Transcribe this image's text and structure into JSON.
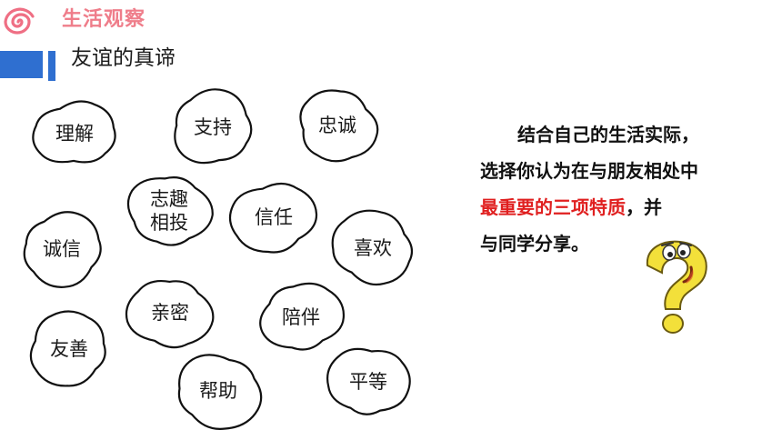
{
  "header": {
    "section_title": "生活观察",
    "subtitle": "友谊的真谛"
  },
  "clouds": [
    {
      "label": "理解"
    },
    {
      "label": "支持"
    },
    {
      "label": "忠诚"
    },
    {
      "label": "志趣\n相投"
    },
    {
      "label": "信任"
    },
    {
      "label": "诚信"
    },
    {
      "label": "喜欢"
    },
    {
      "label": "亲密"
    },
    {
      "label": "陪伴"
    },
    {
      "label": "友善"
    },
    {
      "label": "帮助"
    },
    {
      "label": "平等"
    }
  ],
  "prompt": {
    "line1": "结合自己的生活实际，",
    "line2": "选择你认为在与朋友相处中",
    "line3_highlight": "最重要的三项特质",
    "line3_rest": "，并",
    "line4": "与同学分享。"
  },
  "icons": {
    "logo": "spiral-logo-icon",
    "mascot": "question-mark-mascot-icon"
  },
  "colors": {
    "accent_red": "#e02020",
    "title_pink": "#ef7d8a",
    "brand_blue": "#2f6fd0",
    "mascot_yellow": "#f3e03a"
  }
}
